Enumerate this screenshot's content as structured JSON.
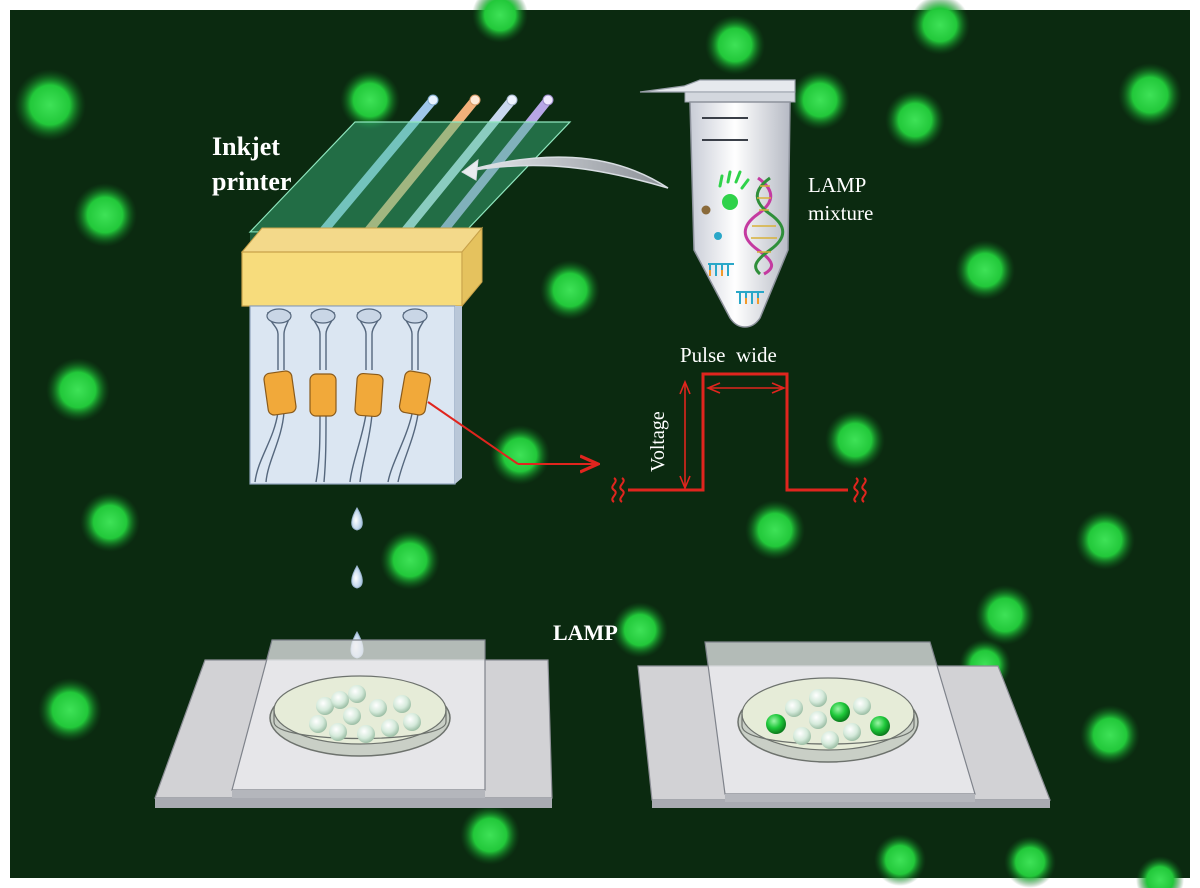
{
  "labels": {
    "inkjet_line1": "Inkjet",
    "inkjet_line2": "printer",
    "lamp_mix_line1": "LAMP",
    "lamp_mix_line2": "mixture",
    "pulse_wide": "Pulse  wide",
    "voltage": "Voltage",
    "lamp": "LAMP"
  },
  "colors": {
    "background": "#0b2a10",
    "fluorescent_spot": "#22c83a",
    "label_text": "#ffffff",
    "waveform": "#e0251e",
    "print_head_top": "#f7dc7c",
    "print_head_body": "#dbe6f2",
    "nozzle_chamber": "#f1a93a",
    "tube_glass": "#8fd7b4",
    "tube_colors": [
      "#9fc7ea",
      "#f2b07a",
      "#c9d8ef",
      "#b7a6e6"
    ],
    "droplet": "#cfe4f5",
    "slide": "#d2d2d5",
    "dish_liquid": "#e6ecd8",
    "bead_neutral": "#d8ecdc",
    "bead_positive": "#1ec83a"
  },
  "dishes": [
    {
      "name": "before-lamp",
      "beads": {
        "neutral": 11,
        "positive": 0
      }
    },
    {
      "name": "after-lamp",
      "beads": {
        "neutral": 7,
        "positive": 3
      }
    }
  ]
}
